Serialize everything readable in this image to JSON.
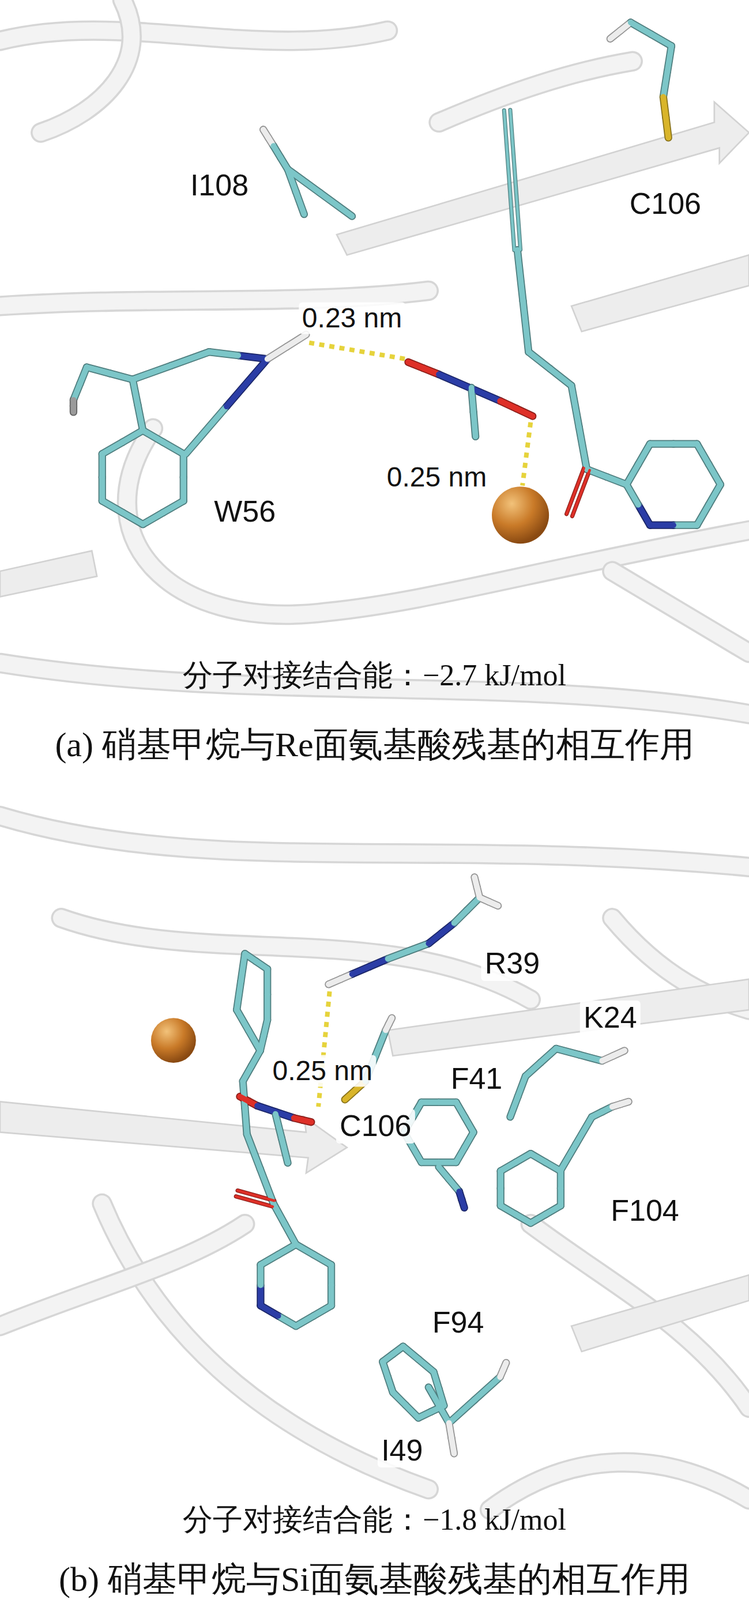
{
  "diagram": {
    "labels": [
      "I108",
      "C106",
      "0.23 nm",
      "W56",
      "0.25 nm",
      "分子对接结合能：−2.7 kJ/mol",
      "(a) 硝基甲烷与Re面氨基酸残基的相互作用",
      "R39",
      "K24",
      "0.25 nm",
      "F41",
      "C106",
      "F104",
      "F94",
      "I49",
      "分子对接结合能：−1.8 kJ/mol",
      "(b) 硝基甲烷与Si面氨基酸残基的相互作用"
    ]
  }
}
